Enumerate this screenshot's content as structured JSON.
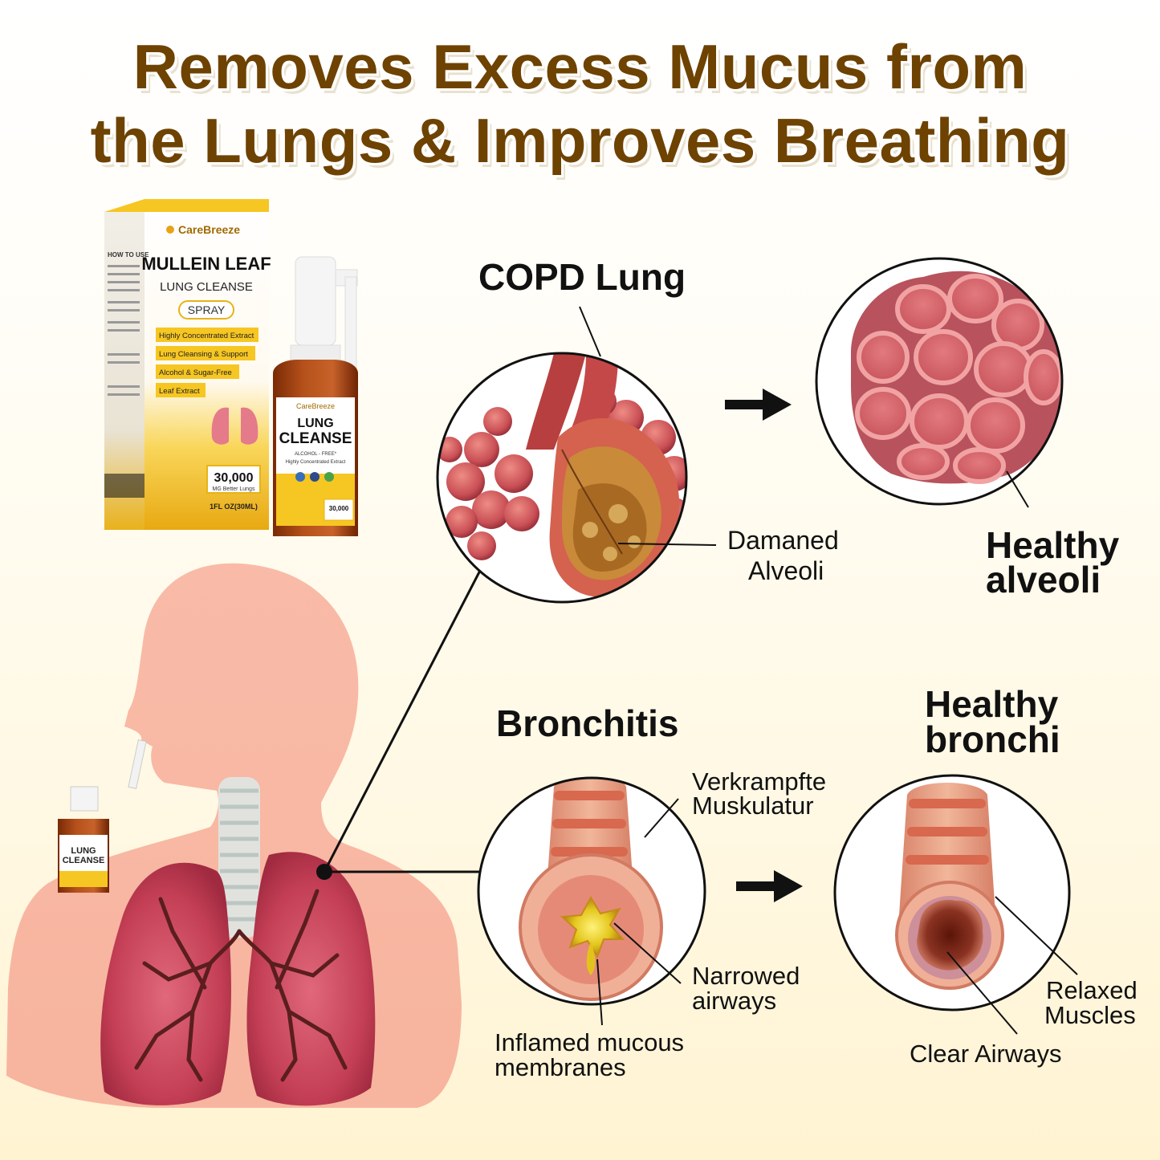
{
  "headline": {
    "line1": "Removes Excess Mucus from",
    "line2": "the Lungs & Improves Breathing"
  },
  "product": {
    "brand": "CareBreeze",
    "box_title": "MULLEIN LEAF",
    "box_subtitle": "LUNG CLEANSE",
    "box_form": "SPRAY",
    "features": [
      "Highly Concentrated Extract",
      "Lung Cleansing & Support",
      "Alcohol & Sugar-Free",
      "Leaf Extract"
    ],
    "strength": "30,000",
    "strength_sub": "MG Better Lungs",
    "volume": "1FL OZ(30ML)",
    "side_title": "HOW TO USE",
    "bottle_line1": "LUNG",
    "bottle_line2": "CLEANSE",
    "bottle_badge": "ALCOHOL - FREE*",
    "bottle_sub": "Highly Concentrated Extract",
    "bottle_strength": "30,000"
  },
  "labels": {
    "copd_title": "COPD Lung",
    "damaged": [
      "Damaned",
      "Alveoli"
    ],
    "healthy_alveoli": [
      "Healthy",
      "alveoli"
    ],
    "bronchitis_title": "Bronchitis",
    "healthy_bronchi": [
      "Healthy",
      "bronchi"
    ],
    "cramped": [
      "Verkrampfte",
      "Muskulatur"
    ],
    "narrowed": [
      "Narrowed",
      "airways"
    ],
    "inflamed": [
      "Inflamed mucous",
      "membranes"
    ],
    "relaxed": [
      "Relaxed",
      "Muscles"
    ],
    "clear": "Clear Airways"
  },
  "colors": {
    "headline": "#6e4200",
    "product_yellow": "#f6c622",
    "body_silhouette": "#f7b4a0",
    "lung": "#c9404f",
    "tissue": "#e88c8c"
  }
}
